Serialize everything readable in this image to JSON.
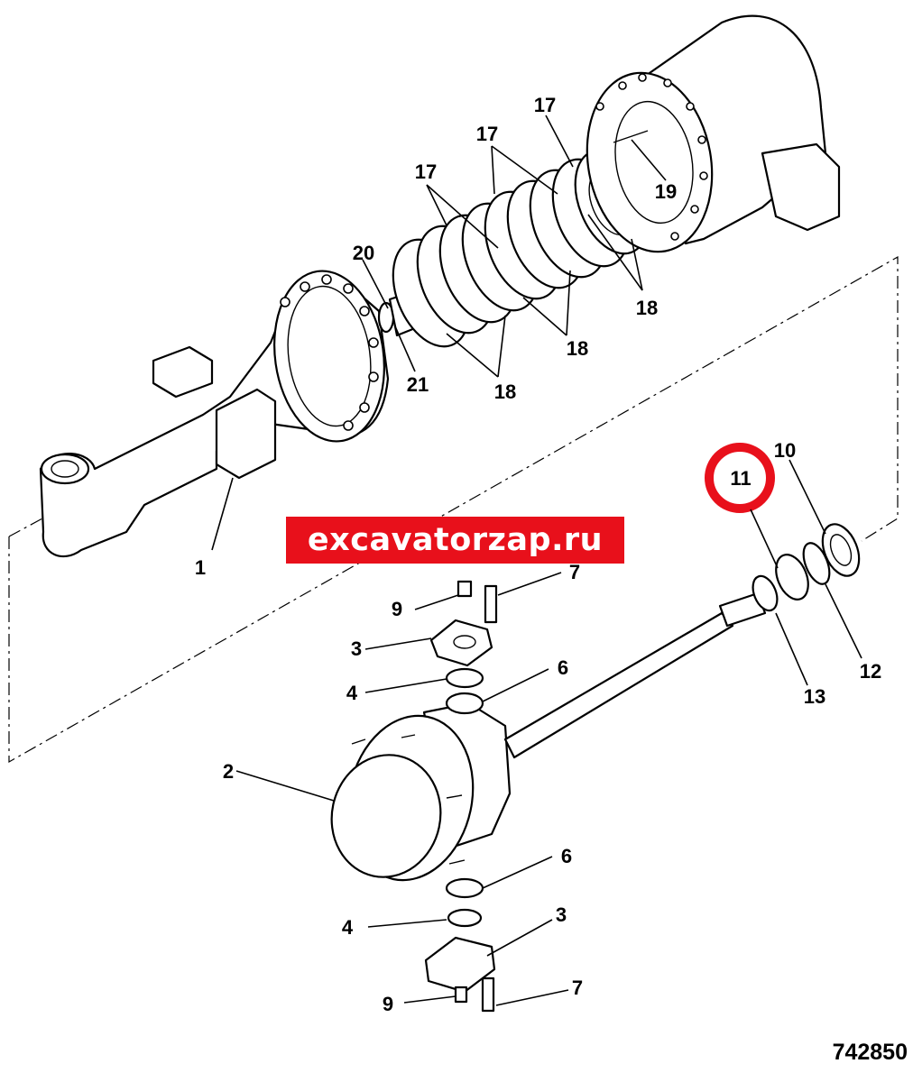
{
  "diagram": {
    "part_labels": {
      "p1": "1",
      "p2": "2",
      "p3a": "3",
      "p3b": "3",
      "p4a": "4",
      "p4b": "4",
      "p6a": "6",
      "p6b": "6",
      "p7a": "7",
      "p7b": "7",
      "p9a": "9",
      "p9b": "9",
      "p10": "10",
      "p11": "11",
      "p12": "12",
      "p13": "13",
      "p17a": "17",
      "p17b": "17",
      "p17c": "17",
      "p18a": "18",
      "p18b": "18",
      "p18c": "18",
      "p19": "19",
      "p20": "20",
      "p21": "21"
    },
    "highlight_color": "#e8101b",
    "highlighted_part": "11"
  },
  "watermark": {
    "text": "excavatorzap.ru",
    "background": "#e8101b"
  },
  "drawing_number": "742850"
}
